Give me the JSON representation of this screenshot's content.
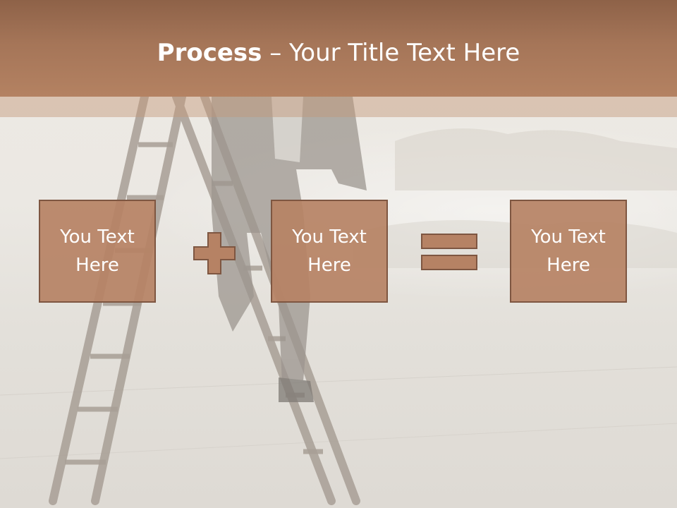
{
  "title": {
    "bold": "Process",
    "separator": " – ",
    "rest": "Your Title Text Here"
  },
  "process": {
    "boxes": [
      {
        "text": "You Text Here"
      },
      {
        "text": "You Text Here"
      },
      {
        "text": "You Text Here"
      }
    ],
    "operators": [
      "plus",
      "equals"
    ]
  },
  "colors": {
    "header": "#a57558",
    "box_fill": "#b68264",
    "box_border": "#7e5641",
    "operator_fill": "#b68264"
  }
}
